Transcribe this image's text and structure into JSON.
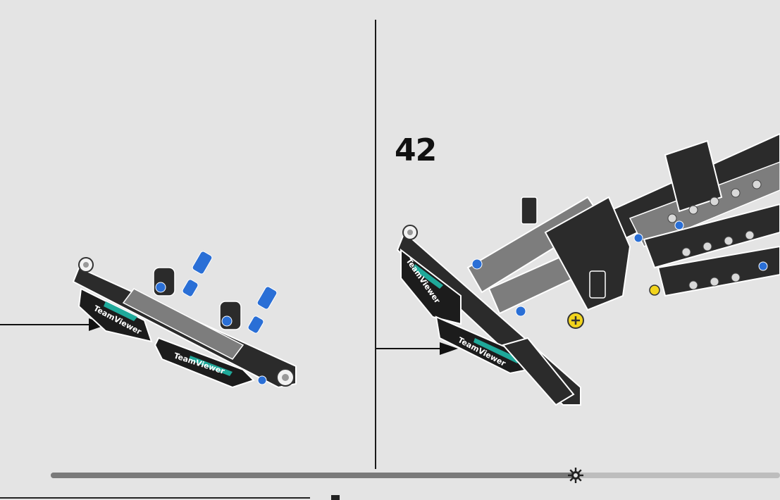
{
  "step": {
    "number": "42"
  },
  "brand": {
    "decal_text": "TeamViewer",
    "accent_color": "#1fa99a"
  },
  "progress": {
    "fraction": 0.72
  },
  "colors": {
    "background": "#e4e4e4",
    "beam": "#2b2b2b",
    "pin_blue": "#2a6fd6",
    "pin_yellow": "#f2d41c",
    "gray_beam": "#7d7d7d"
  },
  "icons": {
    "progress_marker": "gear-icon",
    "insert_arrow": "arrow-right-icon"
  }
}
